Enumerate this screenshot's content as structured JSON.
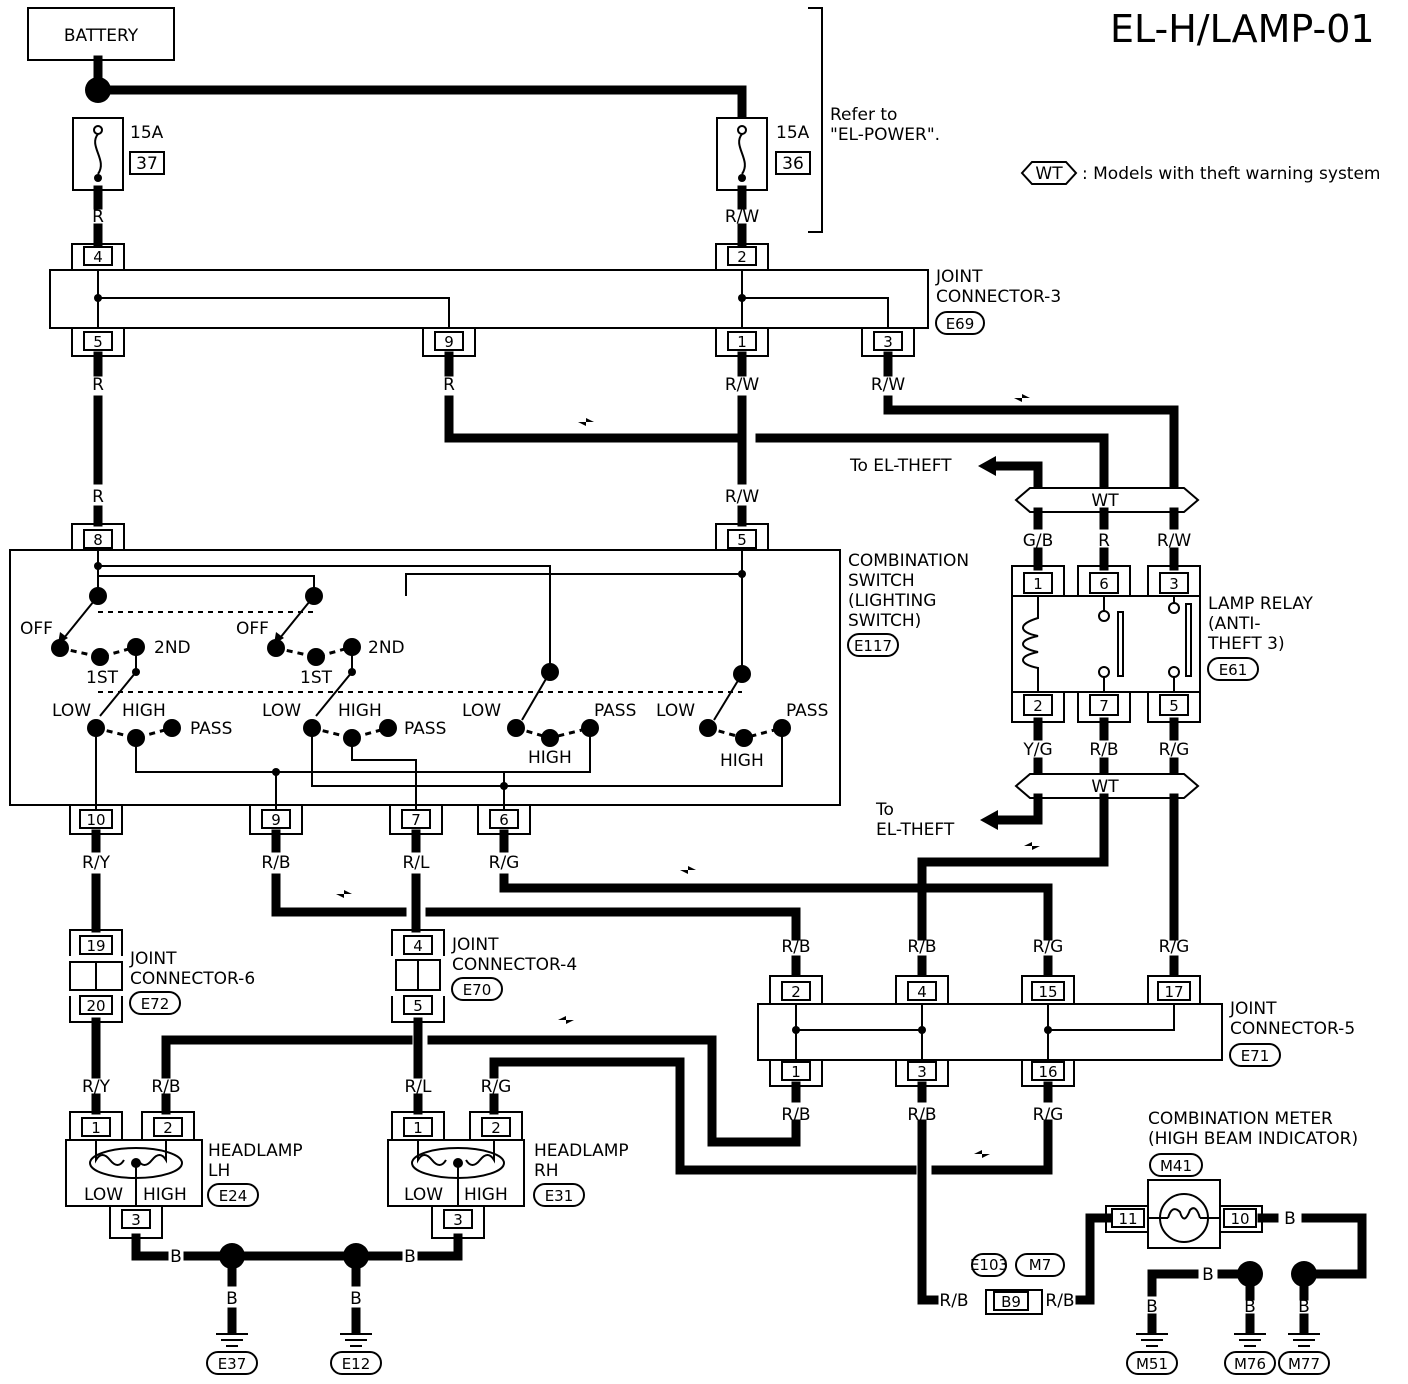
{
  "page": {
    "title": "EL-H/LAMP-01",
    "refer_note_line1": "Refer to",
    "refer_note_line2": "\"EL-POWER\".",
    "legend_tag": "WT",
    "legend_text": ": Models with theft warning system"
  },
  "battery": {
    "label": "BATTERY"
  },
  "fuses": [
    {
      "amps": "15A",
      "number": "37"
    },
    {
      "amps": "15A",
      "number": "36"
    }
  ],
  "joint_connector_3": {
    "line1": "JOINT",
    "line2": "CONNECTOR-3",
    "code": "E69",
    "pins": [
      "4",
      "2",
      "5",
      "9",
      "1",
      "3"
    ]
  },
  "combination_switch": {
    "line1": "COMBINATION",
    "line2": "SWITCH",
    "line3": "(LIGHTING",
    "line4": "SWITCH)",
    "code": "E117",
    "pins": [
      "8",
      "5",
      "10",
      "9",
      "7",
      "6"
    ],
    "positions": {
      "off": "OFF",
      "first": "1ST",
      "second": "2ND",
      "low": "LOW",
      "high": "HIGH",
      "pass": "PASS"
    }
  },
  "lamp_relay": {
    "line1": "LAMP RELAY",
    "line2": "(ANTI-",
    "line3": "THEFT 3)",
    "code": "E61",
    "pins": [
      "1",
      "6",
      "3",
      "2",
      "7",
      "5"
    ]
  },
  "theft_links": {
    "upper": "To EL-THEFT",
    "lower_line1": "To",
    "lower_line2": "EL-THEFT"
  },
  "joint_connector_6": {
    "line1": "JOINT",
    "line2": "CONNECTOR-6",
    "code": "E72",
    "pins": [
      "19",
      "20"
    ]
  },
  "joint_connector_4": {
    "line1": "JOINT",
    "line2": "CONNECTOR-4",
    "code": "E70",
    "pins": [
      "4",
      "5"
    ]
  },
  "joint_connector_5": {
    "line1": "JOINT",
    "line2": "CONNECTOR-5",
    "code": "E71",
    "pins": [
      "2",
      "4",
      "15",
      "17",
      "1",
      "3",
      "16"
    ]
  },
  "headlamp_lh": {
    "line1": "HEADLAMP",
    "line2": "LH",
    "code": "E24",
    "pins": [
      "1",
      "2",
      "3"
    ],
    "low": "LOW",
    "high": "HIGH"
  },
  "headlamp_rh": {
    "line1": "HEADLAMP",
    "line2": "RH",
    "code": "E31",
    "pins": [
      "1",
      "2",
      "3"
    ],
    "low": "LOW",
    "high": "HIGH"
  },
  "combination_meter": {
    "line1": "COMBINATION METER",
    "line2": "(HIGH BEAM INDICATOR)",
    "code": "M41",
    "pins": [
      "11",
      "10"
    ]
  },
  "splice": {
    "codes": [
      "E103",
      "M7"
    ],
    "pin": "B9"
  },
  "grounds": [
    "E37",
    "E12",
    "M51",
    "M76",
    "M77"
  ],
  "wire_colors": {
    "r": "R",
    "rw": "R/W",
    "ry": "R/Y",
    "rb": "R/B",
    "rl": "R/L",
    "rg": "R/G",
    "gb": "G/B",
    "yg": "Y/G",
    "b": "B"
  }
}
